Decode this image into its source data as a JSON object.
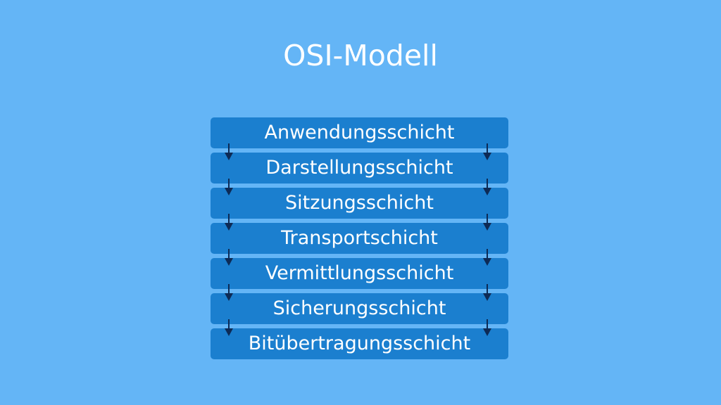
{
  "title": "OSI-Modell",
  "layers": [
    "Anwendungsschicht",
    "Darstellungsschicht",
    "Sitzungsschicht",
    "Transportschicht",
    "Vermittlungsschicht",
    "Sicherungsschicht",
    "Bitübertragungsschicht"
  ],
  "colors": {
    "background": "#64b5f6",
    "layer": "#1b7fcf",
    "arrow": "#0d2a55",
    "text": "#ffffff"
  },
  "icons": {
    "arrow": "arrow-down-icon"
  }
}
